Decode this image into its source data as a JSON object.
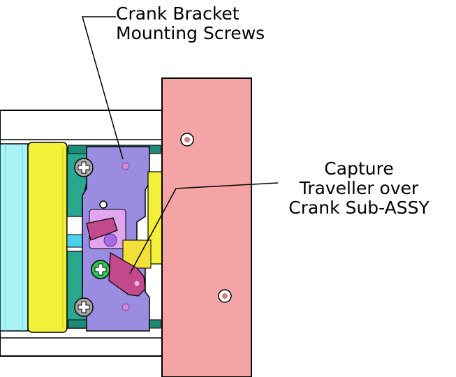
{
  "callouts": {
    "crank_bracket": {
      "line1": "Crank Bracket",
      "line2": "Mounting Screws"
    },
    "capture_traveller": {
      "line1": "Capture",
      "line2": "Traveller over",
      "line3": "Crank Sub-ASSY"
    }
  },
  "colors": {
    "plate": "#f4a4a4",
    "bracket": "#2aa88f",
    "carriage": "#9a8ce0",
    "yellow_block": "#f3f03a",
    "cyan_rail": "#a9f2f6",
    "crank_arm": "#c24a8c",
    "green_screw": "#2ccc55",
    "screw": "#a9a9a9"
  },
  "icons": [
    "phillips-screw-icon",
    "phillips-screw-icon",
    "green-phillips-screw-icon",
    "plate-hole-icon"
  ]
}
